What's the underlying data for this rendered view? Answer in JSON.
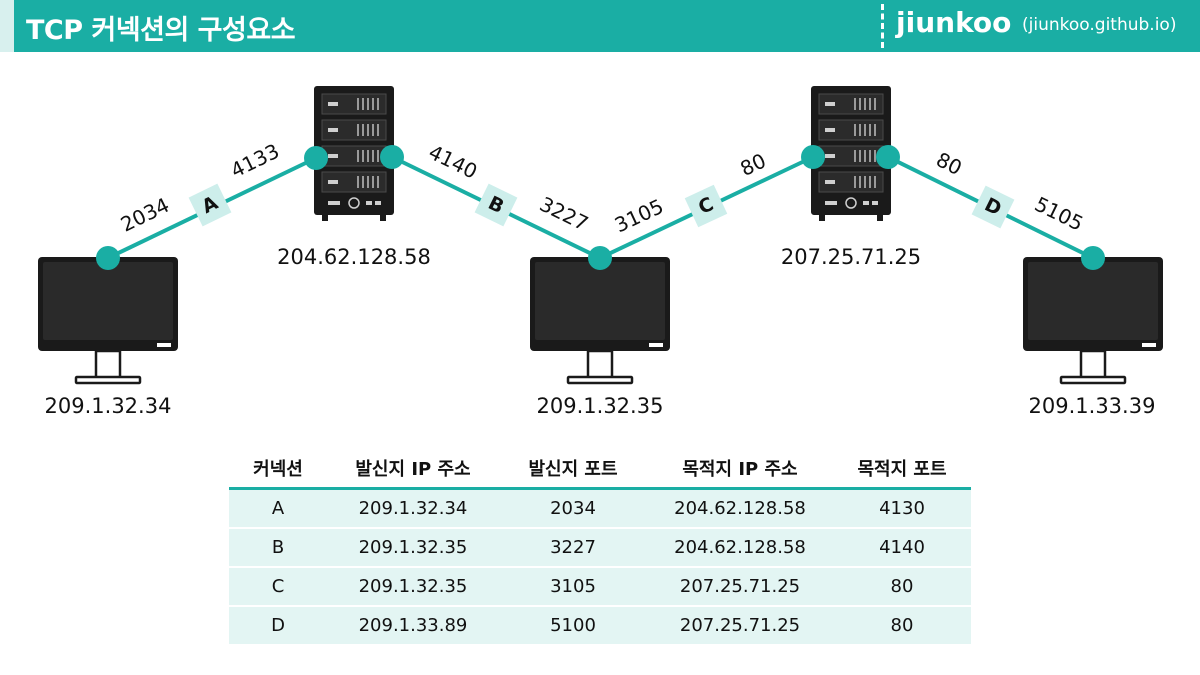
{
  "header": {
    "title": "TCP 커넥션의 구성요소",
    "brand": "jiunkoo",
    "brand_url": "(jiunkoo.github.io)"
  },
  "colors": {
    "accent": "#1aaea4",
    "badge": "#cdeeeb",
    "table_row": "#e3f5f3"
  },
  "diagram": {
    "clients": [
      {
        "ip": "209.1.32.34",
        "icon": "monitor-icon"
      },
      {
        "ip": "209.1.32.35",
        "icon": "monitor-icon"
      },
      {
        "ip": "209.1.33.39",
        "icon": "monitor-icon"
      }
    ],
    "servers": [
      {
        "ip": "204.62.128.58",
        "icon": "server-icon"
      },
      {
        "ip": "207.25.71.25",
        "icon": "server-icon"
      }
    ],
    "connections": [
      {
        "name": "A",
        "port_start": "2034",
        "port_end": "4133"
      },
      {
        "name": "B",
        "port_start": "4140",
        "port_end": "3227"
      },
      {
        "name": "C",
        "port_start": "3105",
        "port_end": "80"
      },
      {
        "name": "D",
        "port_start": "80",
        "port_end": "5105"
      }
    ]
  },
  "table": {
    "headers": [
      "커넥션",
      "발신지 IP 주소",
      "발신지 포트",
      "목적지 IP 주소",
      "목적지 포트"
    ],
    "rows": [
      [
        "A",
        "209.1.32.34",
        "2034",
        "204.62.128.58",
        "4130"
      ],
      [
        "B",
        "209.1.32.35",
        "3227",
        "204.62.128.58",
        "4140"
      ],
      [
        "C",
        "209.1.32.35",
        "3105",
        "207.25.71.25",
        "80"
      ],
      [
        "D",
        "209.1.33.89",
        "5100",
        "207.25.71.25",
        "80"
      ]
    ]
  }
}
